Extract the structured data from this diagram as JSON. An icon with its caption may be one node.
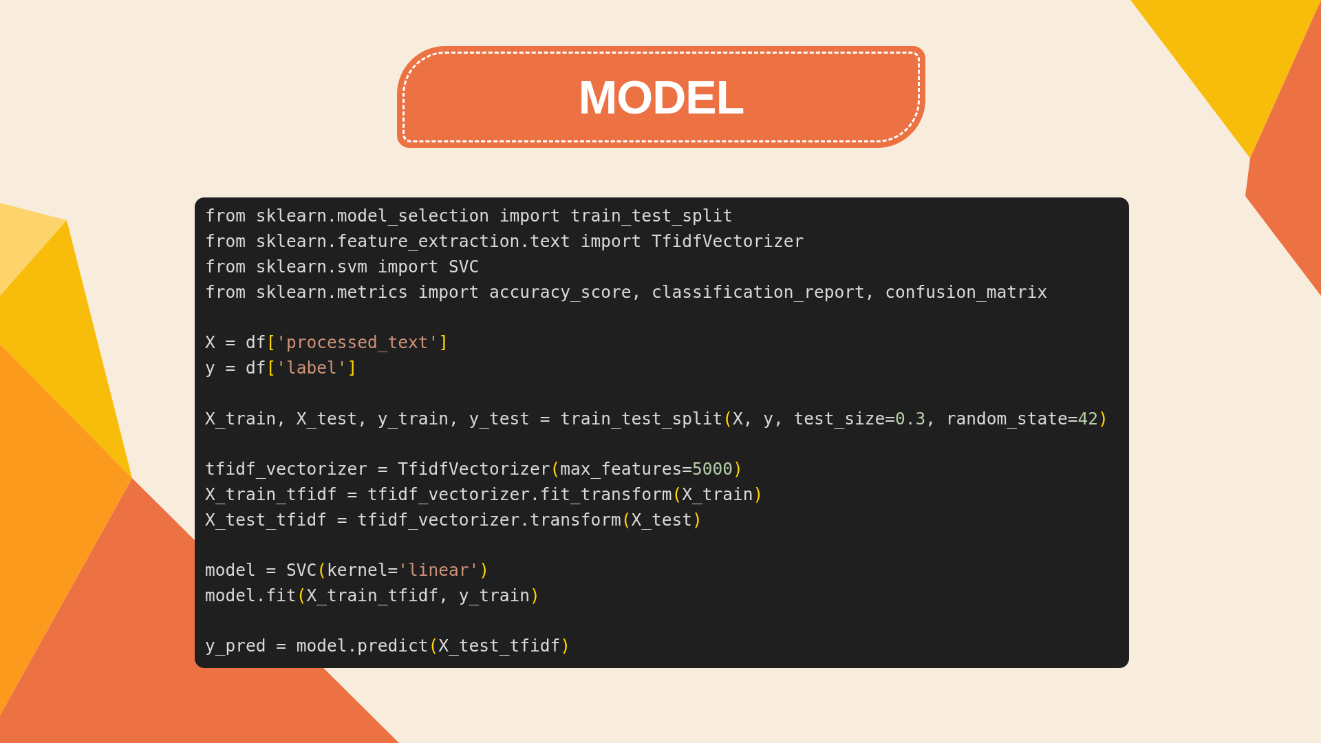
{
  "diagram": {
    "title": "MODEL",
    "labels": [
      "from sklearn.model_selection import train_test_split",
      "from sklearn.feature_extraction.text import TfidfVectorizer",
      "from sklearn.svm import SVC",
      "from sklearn.metrics import accuracy_score, classification_report, confusion_matrix",
      "X = df['processed_text']",
      "y = df['label']",
      "X_train, X_test, y_train, y_test = train_test_split(X, y, test_size=0.3, random_state=42)",
      "tfidf_vectorizer = TfidfVectorizer(max_features=5000)",
      "X_train_tfidf = tfidf_vectorizer.fit_transform(X_train)",
      "X_test_tfidf = tfidf_vectorizer.transform(X_test)",
      "model = SVC(kernel='linear')",
      "model.fit(X_train_tfidf, y_train)",
      "y_pred = model.predict(X_test_tfidf)"
    ]
  }
}
